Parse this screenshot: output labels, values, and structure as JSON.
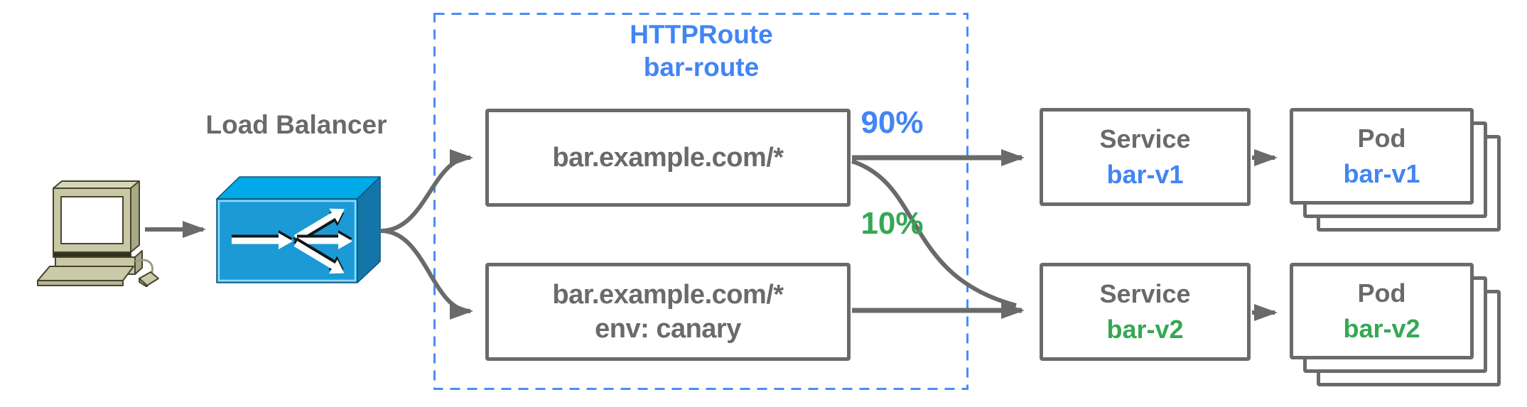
{
  "diagram": {
    "client": {
      "icon": "retro-computer-icon"
    },
    "load_balancer": {
      "label": "Load Balancer",
      "icon": "load-balancer-cube-icon"
    },
    "httproute_group": {
      "kind": "HTTPRoute",
      "name": "bar-route"
    },
    "routes": [
      {
        "match": "bar.example.com/*"
      },
      {
        "match": "bar.example.com/*",
        "meta": "env: canary"
      }
    ],
    "weights": [
      {
        "label": "90%",
        "color": "#4285F4"
      },
      {
        "label": "10%",
        "color": "#34A853"
      }
    ],
    "services": [
      {
        "label": "Service",
        "name": "bar-v1",
        "color": "#4285F4"
      },
      {
        "label": "Service",
        "name": "bar-v2",
        "color": "#34A853"
      }
    ],
    "pods": [
      {
        "label": "Pod",
        "name": "bar-v1",
        "color": "#4285F4"
      },
      {
        "label": "Pod",
        "name": "bar-v2",
        "color": "#34A853"
      }
    ],
    "colors": {
      "line_gray": "#6A6A6A",
      "text_gray": "#6A6A6A",
      "blue": "#4285F4",
      "green": "#34A853",
      "dashed_border_blue": "#4A8CF5",
      "lb_front_blue": "#1B9AD6",
      "lb_top_blue": "#00A9E8",
      "lb_side_blue": "#1476A8"
    }
  }
}
